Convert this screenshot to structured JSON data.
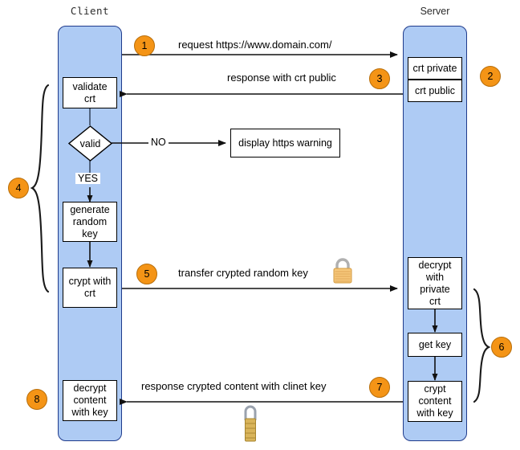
{
  "diagram": {
    "title_client": "Client",
    "title_server": "Server",
    "lanes": [
      {
        "name": "client",
        "label": "Client"
      },
      {
        "name": "server",
        "label": "Server"
      }
    ],
    "client_steps": [
      {
        "id": "validate-crt",
        "text": "validate\ncrt"
      },
      {
        "id": "valid-decision",
        "text": "valid"
      },
      {
        "id": "generate-random-key",
        "text": "generate\nrandom\nkey"
      },
      {
        "id": "crypt-with-crt",
        "text": "crypt with\ncrt"
      },
      {
        "id": "decrypt-content-with-key",
        "text": "decrypt\ncontent\nwith key"
      }
    ],
    "server_steps": [
      {
        "id": "crt-private",
        "text": "crt private"
      },
      {
        "id": "crt-public",
        "text": "crt public"
      },
      {
        "id": "decrypt-with-private-crt",
        "text": "decrypt\nwith\nprivate\ncrt"
      },
      {
        "id": "get-key",
        "text": "get key"
      },
      {
        "id": "crypt-content-with-key",
        "text": "crypt\ncontent\nwith key"
      }
    ],
    "external_steps": [
      {
        "id": "display-https-warning",
        "text": "display https warning"
      }
    ],
    "messages": [
      {
        "id": "request",
        "text": "request https://www.domain.com/",
        "direction": "client-to-server"
      },
      {
        "id": "response-crt-public",
        "text": "response with crt public",
        "direction": "server-to-client"
      },
      {
        "id": "transfer-crypted-random-key",
        "text": "transfer crypted random key",
        "direction": "client-to-server"
      },
      {
        "id": "response-crypted-content",
        "text": "response crypted content with clinet key",
        "direction": "server-to-client"
      }
    ],
    "branch_labels": {
      "no": "NO",
      "yes": "YES"
    },
    "badges": [
      {
        "n": "1"
      },
      {
        "n": "2"
      },
      {
        "n": "3"
      },
      {
        "n": "4"
      },
      {
        "n": "5"
      },
      {
        "n": "6"
      },
      {
        "n": "7"
      },
      {
        "n": "8"
      }
    ],
    "icons": [
      {
        "id": "padlock-transfer",
        "name": "padlock-icon"
      },
      {
        "id": "padlock-response",
        "name": "combination-padlock-icon"
      }
    ],
    "colors": {
      "lifeline_fill": "#aecbf4",
      "lifeline_stroke": "#1f3b8c",
      "badge_fill": "#f49416",
      "badge_stroke": "#b86e0a",
      "box_fill": "#ffffff",
      "box_stroke": "#000000",
      "line": "#1a1a1a",
      "background": "#ffffff"
    }
  }
}
